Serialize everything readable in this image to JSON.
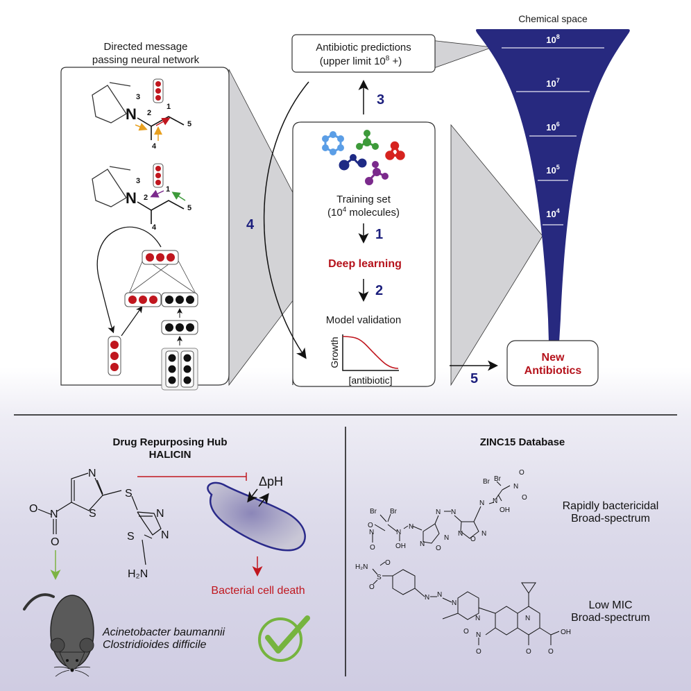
{
  "workflow": {
    "dmpnn_title_line1": "Directed message",
    "dmpnn_title_line2": "passing neural network",
    "atom_labels": {
      "n": "N",
      "a1": "1",
      "a2": "2",
      "a3": "3",
      "a4": "4",
      "a5": "5"
    },
    "predictions_line1": "Antibiotic predictions",
    "predictions_line2": "(upper limit 10",
    "predictions_sup": "8",
    "predictions_tail": " +)",
    "training_line1": "Training set",
    "training_line2_pre": "(10",
    "training_sup": "4",
    "training_line2_post": " molecules)",
    "deep_learning": "Deep learning",
    "model_validation": "Model validation",
    "growth_ylabel": "Growth",
    "growth_xlabel": "[antibiotic]",
    "new_antibiotics_line1": "New",
    "new_antibiotics_line2": "Antibiotics",
    "steps": {
      "s1": "1",
      "s2": "2",
      "s3": "3",
      "s4": "4",
      "s5": "5"
    },
    "chemical_space_title": "Chemical space",
    "funnel_levels": [
      {
        "base": "10",
        "exp": "8"
      },
      {
        "base": "10",
        "exp": "7"
      },
      {
        "base": "10",
        "exp": "6"
      },
      {
        "base": "10",
        "exp": "5"
      },
      {
        "base": "10",
        "exp": "4"
      }
    ]
  },
  "drug_repurposing": {
    "title_line1": "Drug Repurposing Hub",
    "title_line2": "HALICIN",
    "delta_ph": "ΔpH",
    "outcome": "Bacterial cell death",
    "organism1": "Acinetobacter baumannii",
    "organism2": "Clostridioides difficile",
    "atoms": {
      "N": "N",
      "S": "S",
      "O": "O",
      "H2N": "H₂N"
    }
  },
  "zinc15": {
    "title": "ZINC15 Database",
    "compound1_line1": "Rapidly bactericidal",
    "compound1_line2": "Broad-spectrum",
    "compound2_line1": "Low MIC",
    "compound2_line2": "Broad-spectrum",
    "atoms": {
      "Br": "Br",
      "N": "N",
      "O": "O",
      "OH": "OH",
      "S": "S",
      "H2N": "H₂N"
    }
  },
  "colors": {
    "funnel": "#27297f",
    "step_number": "#1c1f7d",
    "highlight_red": "#b5121b",
    "check_green": "#76b43f"
  }
}
